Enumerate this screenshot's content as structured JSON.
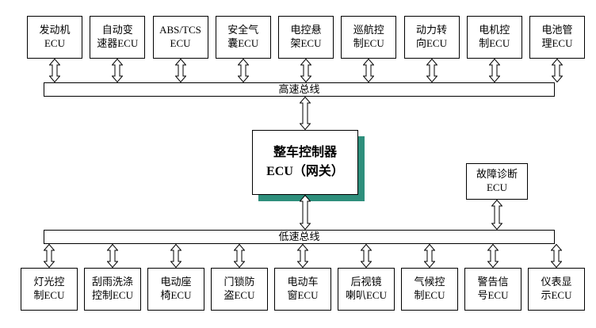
{
  "buses": {
    "high_speed": {
      "label": "高速总线"
    },
    "low_speed": {
      "label": "低速总线"
    }
  },
  "gateway": {
    "label": "整车控制器\nECU（网关）"
  },
  "diagnostic": {
    "label": "故障诊断\nECU"
  },
  "top_ecus": [
    {
      "label": "发动机\nECU"
    },
    {
      "label": "自动变\n速器ECU"
    },
    {
      "label": "ABS/TCS\nECU"
    },
    {
      "label": "安全气\n囊ECU"
    },
    {
      "label": "电控悬\n架ECU"
    },
    {
      "label": "巡航控\n制ECU"
    },
    {
      "label": "动力转\n向ECU"
    },
    {
      "label": "电机控\n制ECU"
    },
    {
      "label": "电池管\n理ECU"
    }
  ],
  "bottom_ecus": [
    {
      "label": "灯光控\n制ECU"
    },
    {
      "label": "刮雨洗涤\n控制ECU"
    },
    {
      "label": "电动座\n椅ECU"
    },
    {
      "label": "门锁防\n盗ECU"
    },
    {
      "label": "电动车\n窗ECU"
    },
    {
      "label": "后视镜\n喇叭ECU"
    },
    {
      "label": "气候控\n制ECU"
    },
    {
      "label": "警告信\n号ECU"
    },
    {
      "label": "仪表显\n示ECU"
    }
  ],
  "colors": {
    "gateway_shadow": "#2e8f7c",
    "box_border": "#000000",
    "background": "#ffffff",
    "text": "#000000"
  }
}
